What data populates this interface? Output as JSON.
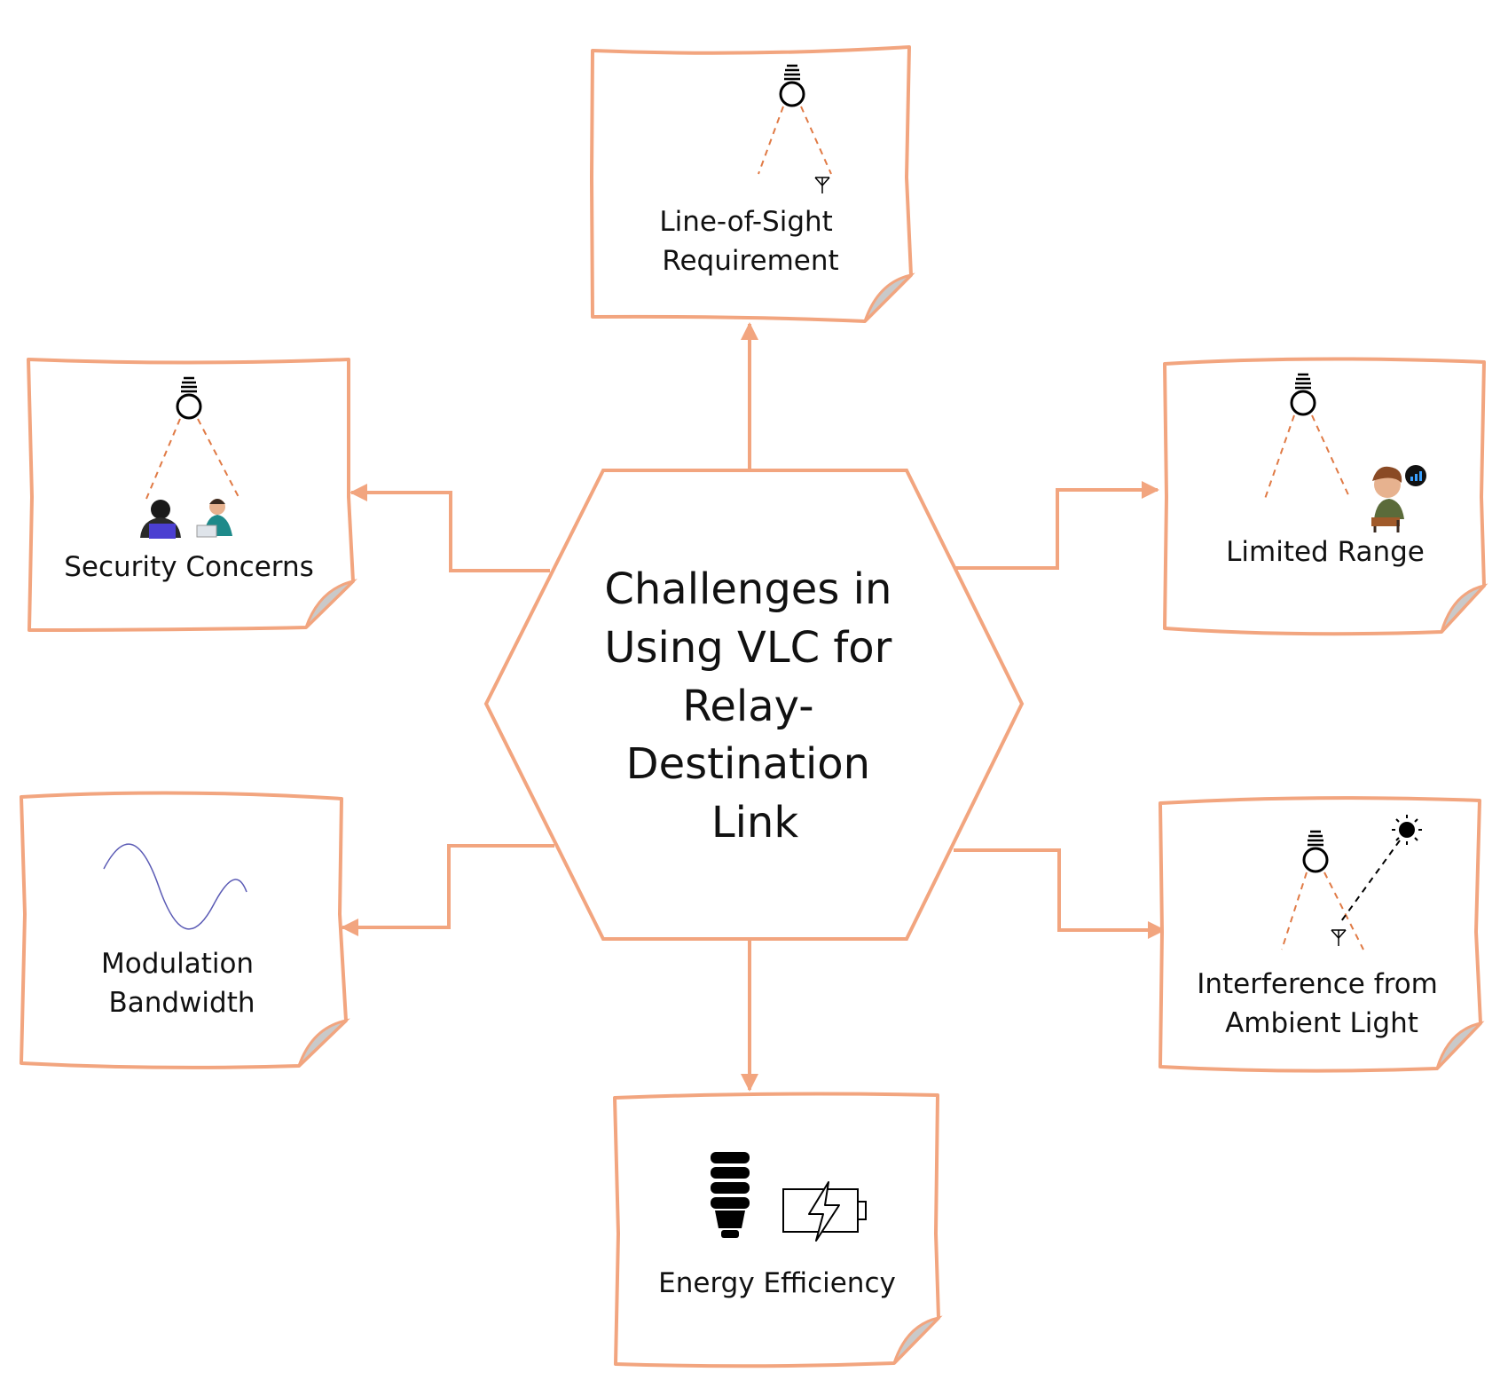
{
  "hub": {
    "lines": [
      "Challenges in",
      "Using VLC for",
      "Relay-",
      "Destination",
      "Link"
    ]
  },
  "notes": {
    "los": {
      "lines": [
        "Line-of-Sight",
        "Requirement"
      ]
    },
    "security": {
      "lines": [
        "Security Concerns"
      ]
    },
    "range": {
      "lines": [
        "Limited Range"
      ]
    },
    "modulation": {
      "lines": [
        "Modulation",
        "Bandwidth"
      ]
    },
    "interference": {
      "lines": [
        "Interference from",
        "Ambient Light"
      ]
    },
    "energy": {
      "lines": [
        "Energy Efficiency"
      ]
    }
  },
  "colors": {
    "outline": "#f2a57f",
    "beam": "#e07a45",
    "wave": "#5b5bb5",
    "laptop": "#4b3fd1",
    "fold": "#c9c9c9",
    "text": "#111111"
  },
  "icons": [
    "bulb-icon",
    "antenna-icon",
    "hacker-icon",
    "user-laptop-icon",
    "sad-person-icon",
    "no-signal-icon",
    "sine-wave-icon",
    "sun-icon",
    "cfl-bulb-icon",
    "battery-charging-icon"
  ]
}
